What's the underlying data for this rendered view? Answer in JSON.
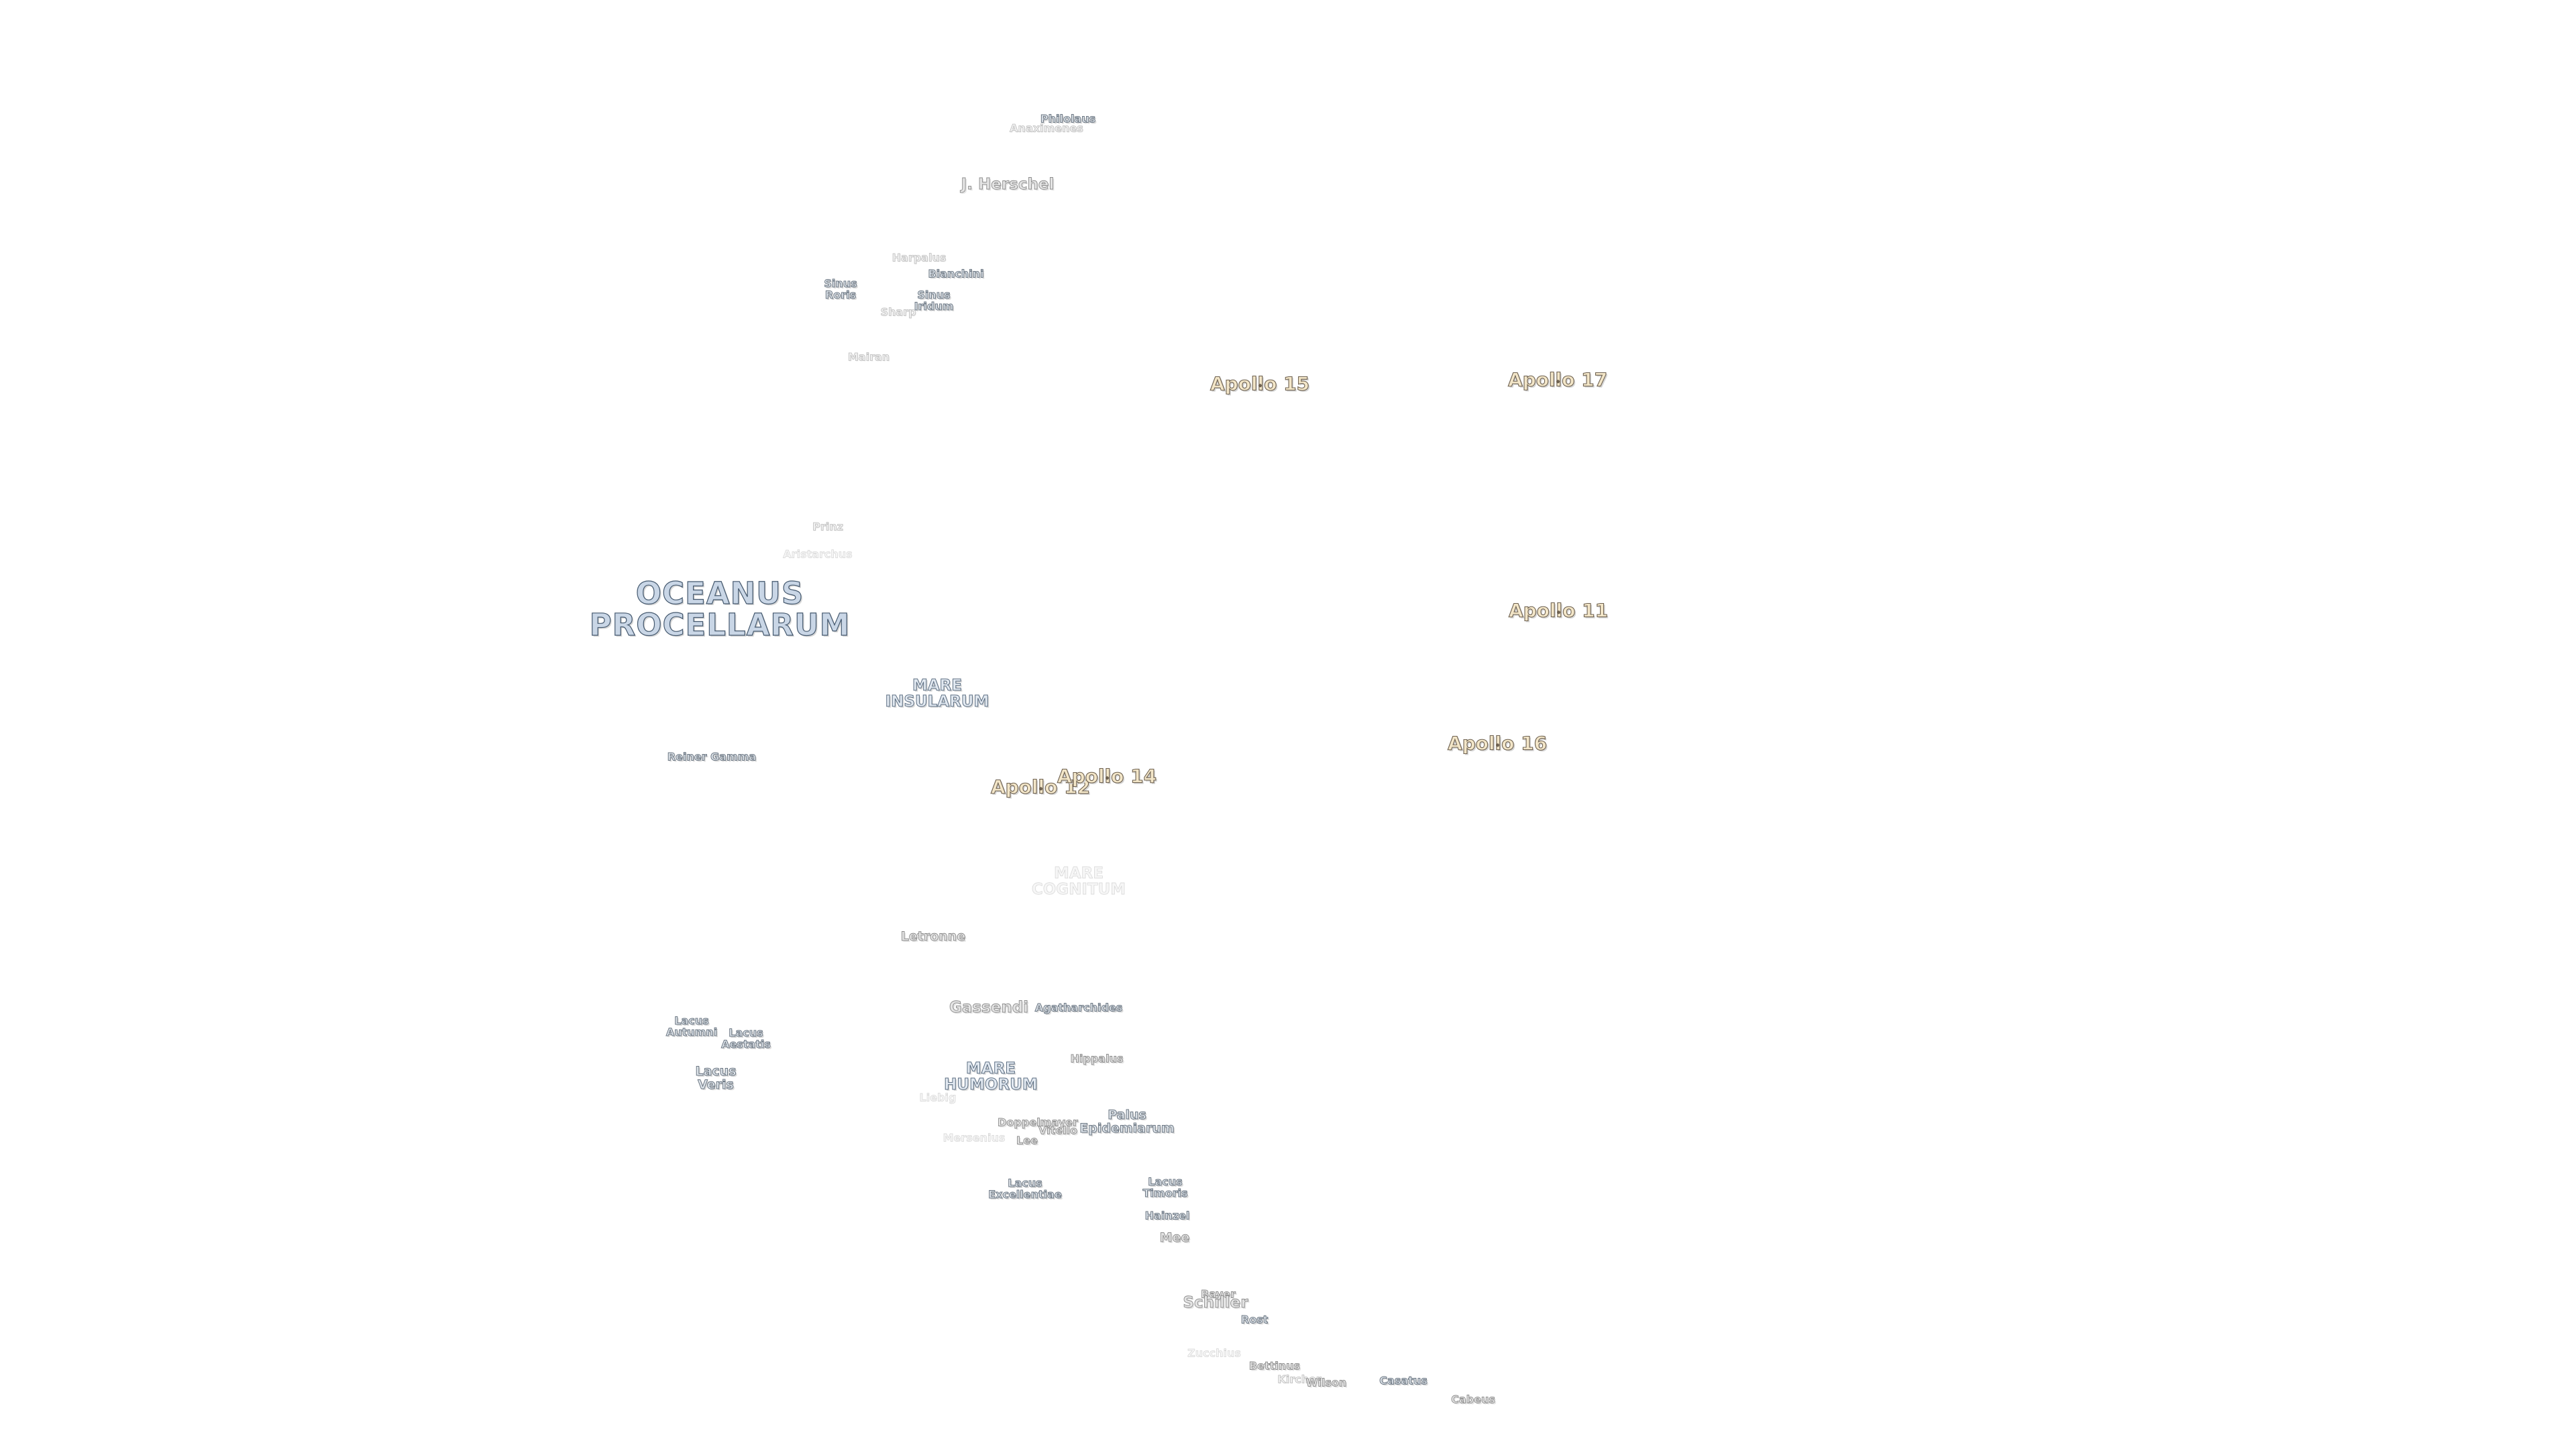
{
  "map": {
    "labels": {
      "philolaus": "Philolaus",
      "anaximenes": "Anaximenes",
      "j_herschel": "J. Herschel",
      "harpalus": "Harpalus",
      "bianchini": "Bianchini",
      "sinus_roris": [
        "Sinus",
        "Roris"
      ],
      "sinus_iridum": [
        "Sinus",
        "Iridum"
      ],
      "sharp": "Sharp",
      "mairan": "Mairan",
      "prinz": "Prinz",
      "aristarchus": "Aristarchus",
      "oceanus_procellarum": [
        "OCEANUS",
        "PROCELLARUM"
      ],
      "mare_insularum": [
        "MARE",
        "INSULARUM"
      ],
      "reiner_gamma": "Reiner Gamma",
      "mare_cognitum": [
        "MARE",
        "COGNITUM"
      ],
      "letronne": "Letronne",
      "gassendi": "Gassendi",
      "agatharchides": "Agatharchides",
      "lacus_autumni": [
        "Lacus",
        "Autumni"
      ],
      "lacus_aestatis": [
        "Lacus",
        "Aestatis"
      ],
      "lacus_veris": [
        "Lacus",
        "Veris"
      ],
      "mare_humorum": [
        "MARE",
        "HUMORUM"
      ],
      "hippalus": "Hippalus",
      "liebig": "Liebig",
      "doppelmayer": "Doppelmayer",
      "vitello": "Vitello",
      "palus_epidemiarum": [
        "Palus",
        "Epidemiarum"
      ],
      "mersenius_faint": "Mersenius",
      "lee": "Lee",
      "lacus_excellentiae": [
        "Lacus",
        "Excellentiae"
      ],
      "lacus_timoris": [
        "Lacus",
        "Timoris"
      ],
      "hainzel": "Hainzel",
      "mee": "Mee",
      "bayer": "Bayer",
      "schiller": "Schiller",
      "rost": "Rost",
      "zucchius": "Zucchius",
      "bettinus": "Bettinus",
      "kircher": "Kircher",
      "wilson": "Wilson",
      "casatus": "Casatus",
      "cabeus": "Cabeus"
    },
    "apollo_sites": {
      "apollo_11": "Apollo 11",
      "apollo_12": "Apollo 12",
      "apollo_14": "Apollo 14",
      "apollo_15": "Apollo 15",
      "apollo_16": "Apollo 16",
      "apollo_17": "Apollo 17"
    },
    "colors": {
      "background": "#ffffff",
      "mare_fill": "#c9d6e6",
      "mare_outline": "#44586e",
      "crater_outline": "#8c8c8c",
      "apollo_fill": "#f3e6c8",
      "apollo_outline": "#6e6150"
    }
  }
}
